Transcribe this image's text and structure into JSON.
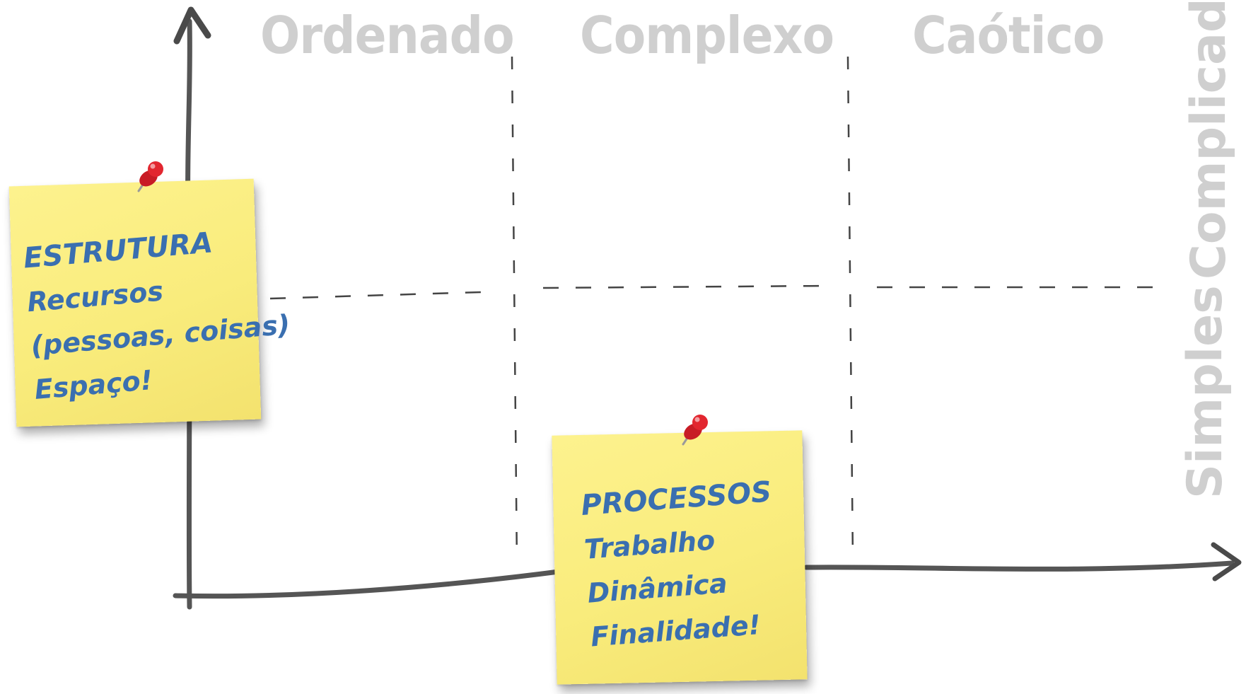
{
  "columns": {
    "ordenado": "Ordenado",
    "complexo": "Complexo",
    "caotico": "Caótico"
  },
  "rows": {
    "complicada": "Complicada",
    "simples": "Simples"
  },
  "notes": {
    "estrutura": {
      "heading": "ESTRUTURA",
      "lines": [
        "Recursos",
        "(pessoas, coisas)",
        "Espaço!"
      ]
    },
    "processos": {
      "heading": "PROCESSOS",
      "lines": [
        "Trabalho",
        "Dinâmica",
        "Finalidade!"
      ]
    }
  },
  "colors": {
    "axis": "#555555",
    "grid_dash": "#444444",
    "label_gray": "#cfcfcf",
    "note_yellow": "#f9ec7c",
    "note_text": "#3a6fb0",
    "pin_red": "#d8202a"
  },
  "icons": {
    "pin": "pushpin-icon",
    "arrow_up": "arrow-up-icon",
    "arrow_right": "arrow-right-icon"
  }
}
